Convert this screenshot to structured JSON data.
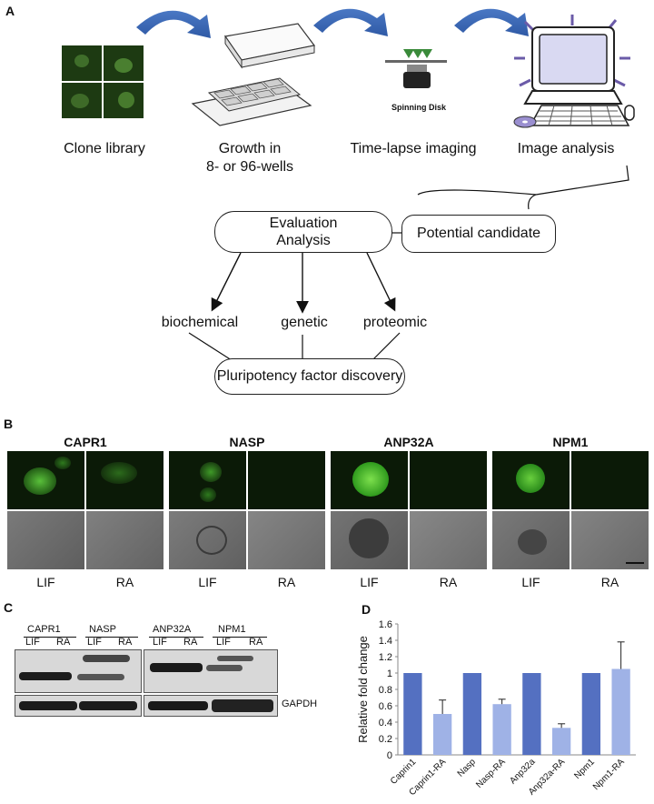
{
  "panel_a": {
    "label": "A",
    "steps": [
      {
        "icon": "clone-library-image",
        "label_line1": "Clone library",
        "label_line2": ""
      },
      {
        "icon": "well-plate-icon",
        "label_line1": "Growth in",
        "label_line2": "8- or 96-wells"
      },
      {
        "icon": "spinning-disk-microscope-icon",
        "label_line1": "Time-lapse imaging",
        "label_line2": "",
        "device_text": "Spinning Disk"
      },
      {
        "icon": "computer-icon",
        "label_line1": "Image analysis",
        "label_line2": ""
      }
    ],
    "evaluation_box": {
      "line1": "Evaluation",
      "line2": "Analysis"
    },
    "candidate_box": "Potential candidate",
    "branches": [
      "biochemical",
      "genetic",
      "proteomic"
    ],
    "discovery_box": "Pluripotency factor discovery"
  },
  "panel_b": {
    "label": "B",
    "proteins": [
      "CAPR1",
      "NASP",
      "ANP32A",
      "NPM1"
    ],
    "conditions": [
      "LIF",
      "RA"
    ]
  },
  "panel_c": {
    "label": "C",
    "proteins": [
      "CAPR1",
      "NASP",
      "ANP32A",
      "NPM1"
    ],
    "lanes": [
      "LIF",
      "RA"
    ],
    "loading_control": "GAPDH"
  },
  "panel_d": {
    "label": "D",
    "colors": {
      "lif": "#5470c1",
      "ra": "#9fb2e6"
    }
  },
  "chart_data": {
    "type": "bar",
    "categories": [
      "Caprin1",
      "Caprin1-RA",
      "Nasp",
      "Nasp-RA",
      "Anp32a",
      "Anp32a-RA",
      "Npm1",
      "Npm1-RA"
    ],
    "values": [
      1.0,
      0.5,
      1.0,
      0.62,
      1.0,
      0.33,
      1.0,
      1.05
    ],
    "errors": [
      0,
      0.17,
      0,
      0.06,
      0,
      0.05,
      0,
      0.33
    ],
    "ylabel": "Relative fold change",
    "ylim": [
      0,
      1.6
    ],
    "yticks": [
      "0",
      "0.2",
      "0.4",
      "0.6",
      "0.8",
      "1",
      "1.2",
      "1.4",
      "1.6"
    ],
    "grid": false
  }
}
